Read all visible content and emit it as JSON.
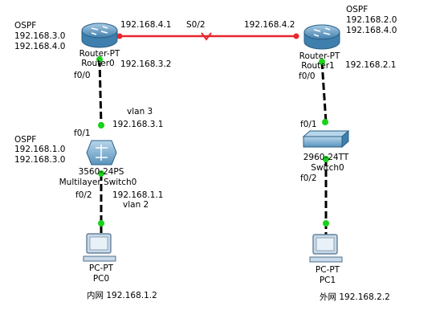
{
  "routers": {
    "r0": {
      "model": "Router-PT",
      "name": "Router0",
      "ospf_title": "OSPF",
      "ospf_net1": "192.168.3.0",
      "ospf_net2": "192.168.4.0",
      "ip_wan": "192.168.4.1",
      "ip_lan": "192.168.3.2",
      "port_down": "f0/0"
    },
    "r1": {
      "model": "Router-PT",
      "name": "Router1",
      "ospf_title": "OSPF",
      "ospf_net1": "192.168.2.0",
      "ospf_net2": "192.168.4.0",
      "ip_wan": "192.168.4.2",
      "ip_lan": "192.168.2.1",
      "port_down": "f0/0"
    }
  },
  "serial_link": {
    "port": "S0/2",
    "color": "#e8262d"
  },
  "multilayer_switch": {
    "model": "3560-24PS",
    "name": "Multilayer Switch0",
    "ospf_title": "OSPF",
    "ospf_net1": "192.168.1.0",
    "ospf_net2": "192.168.3.0",
    "port_up": "f0/1",
    "port_down": "f0/2",
    "vlan_up": "vlan 3",
    "ip_up": "192.168.3.1",
    "ip_down": "192.168.1.1",
    "vlan_down": "vlan 2"
  },
  "switch0": {
    "model": "2960-24TT",
    "name": "Switch0",
    "port_up": "f0/1",
    "port_down": "f0/2"
  },
  "pcs": {
    "pc0": {
      "model": "PC-PT",
      "name": "PC0",
      "caption": "内网 192.168.1.2"
    },
    "pc1": {
      "model": "PC-PT",
      "name": "PC1",
      "caption": "外网 192.168.2.2"
    }
  },
  "colors": {
    "link_up": "#19d219",
    "ethernet_link": "#000000",
    "device_blue": "#4a8ab8"
  }
}
